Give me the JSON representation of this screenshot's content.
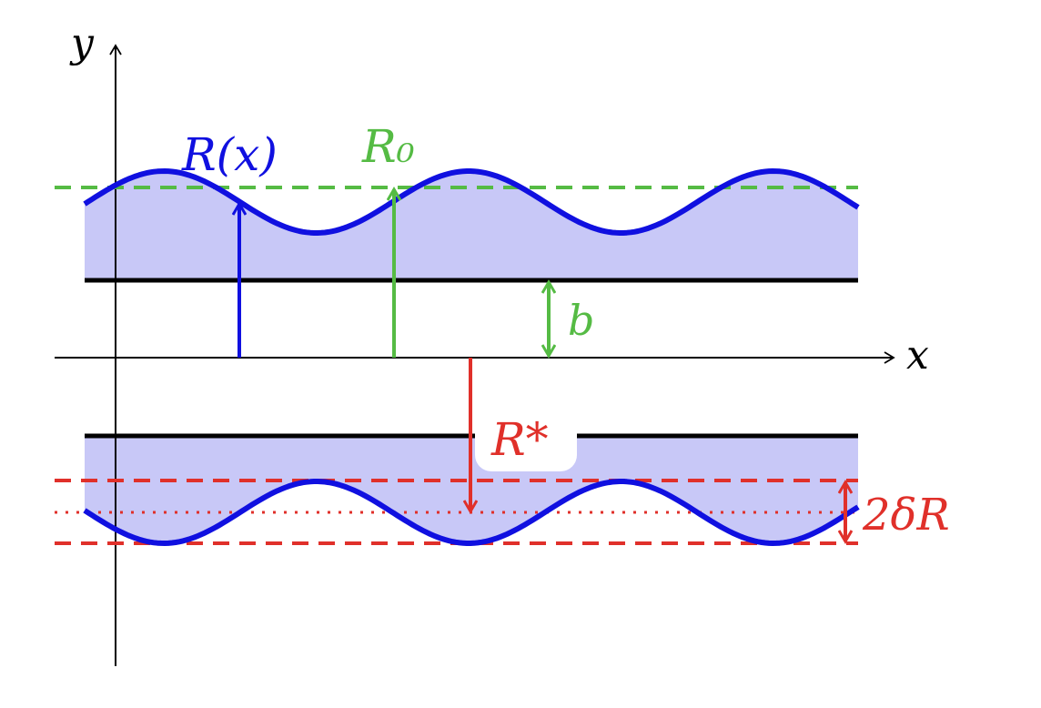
{
  "colors": {
    "background": "#ffffff",
    "axis": "#000000",
    "wall_line": "#000000",
    "wall_fill": "#c8c8f7",
    "wave_blue": "#1010e0",
    "green": "#55bb44",
    "red": "#e0302a"
  },
  "labels": {
    "y_axis": "y",
    "x_axis": "x",
    "R_x": "R(x)",
    "R0": "R₀",
    "b": "b",
    "R_star": "R*",
    "delta_R": "2δR"
  }
}
